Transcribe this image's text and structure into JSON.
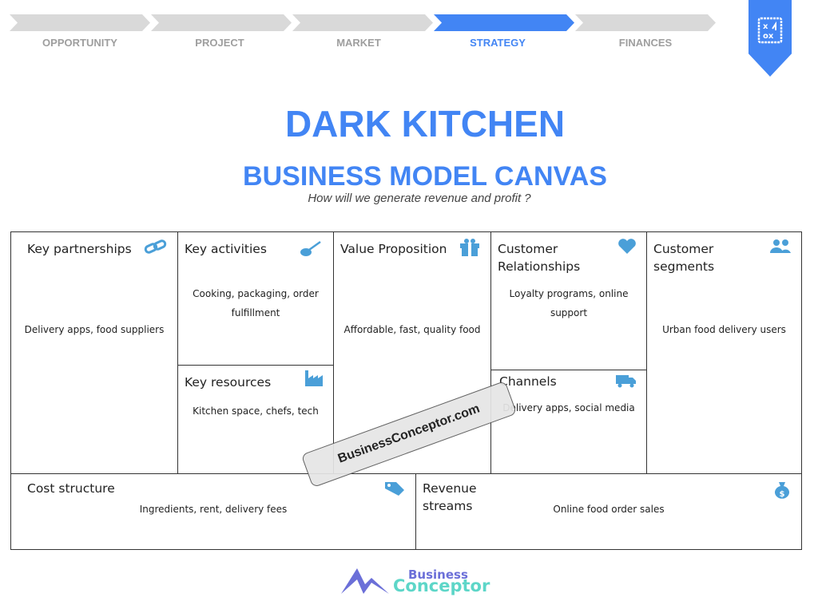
{
  "steps": [
    {
      "label": "OPPORTUNITY",
      "active": false
    },
    {
      "label": "PROJECT",
      "active": false
    },
    {
      "label": "MARKET",
      "active": false
    },
    {
      "label": "STRATEGY",
      "active": true
    },
    {
      "label": "FINANCES",
      "active": false
    }
  ],
  "badge_icon": "strategy-board-icon",
  "title": "DARK KITCHEN",
  "subtitle": "BUSINESS MODEL CANVAS",
  "question": "How will we generate revenue and profit ?",
  "canvas": {
    "key_partnerships": {
      "title": "Key partnerships",
      "text": "Delivery apps, food suppliers",
      "icon": "link-icon"
    },
    "key_activities": {
      "title": "Key activities",
      "text": "Cooking, packaging, order fulfillment",
      "icon": "shovel-icon"
    },
    "key_resources": {
      "title": "Key resources",
      "text": "Kitchen space, chefs, tech",
      "icon": "factory-icon"
    },
    "value_proposition": {
      "title": "Value Proposition",
      "text": "Affordable, fast, quality food",
      "icon": "gift-icon"
    },
    "customer_relationships": {
      "title": "Customer Relationships",
      "text": "Loyalty programs, online support",
      "icon": "heart-icon"
    },
    "channels": {
      "title": "Channels",
      "text": "Delivery apps, social media",
      "icon": "truck-icon"
    },
    "customer_segments": {
      "title": "Customer segments",
      "text": "Urban food delivery users",
      "icon": "users-icon"
    },
    "cost_structure": {
      "title": "Cost structure",
      "text": "Ingredients, rent, delivery fees",
      "icon": "tag-icon"
    },
    "revenue_streams": {
      "title": "Revenue streams",
      "text": "Online food order sales",
      "icon": "money-bag-icon"
    }
  },
  "watermark": "BusinessConceptor.com",
  "logo": {
    "line1": "Business",
    "line2": "Conceptor"
  },
  "colors": {
    "accent": "#4285f4",
    "inactive": "#d9d9d9",
    "icon": "#4a9fd8"
  }
}
